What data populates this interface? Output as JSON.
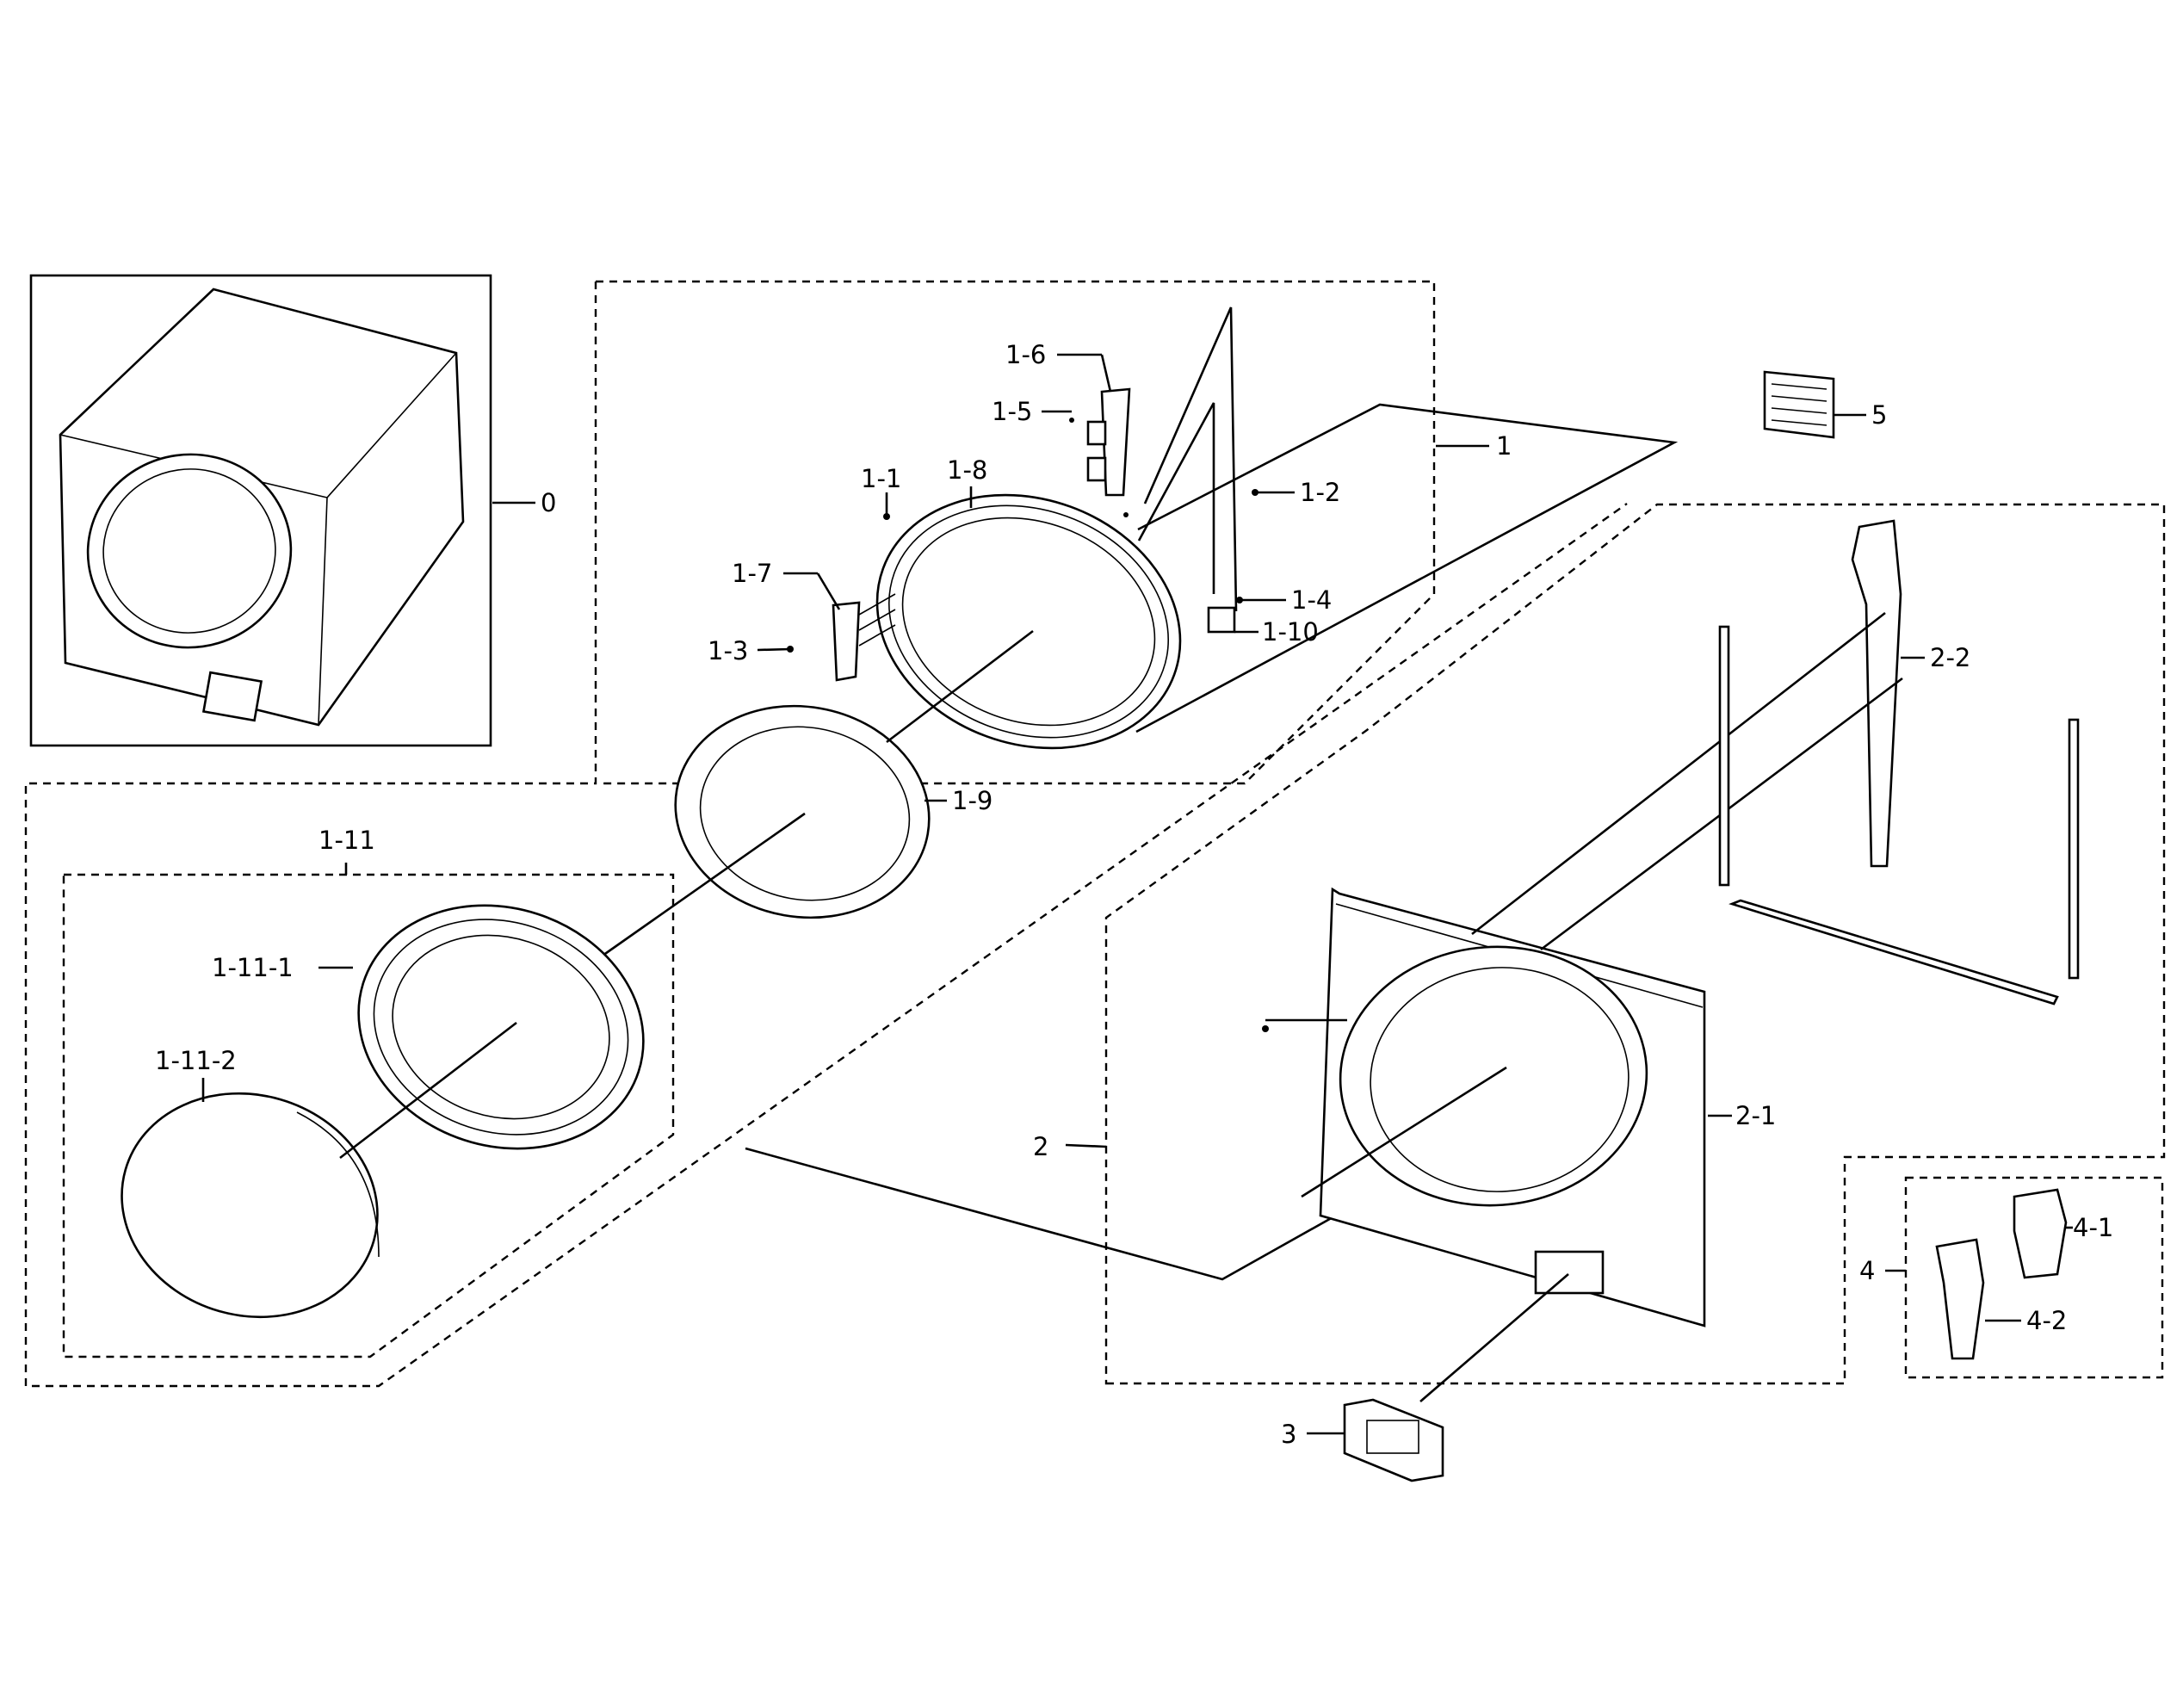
{
  "diagram": {
    "callouts": {
      "c0": "0",
      "c1": "1",
      "c1_1": "1-1",
      "c1_2": "1-2",
      "c1_3": "1-3",
      "c1_4": "1-4",
      "c1_5": "1-5",
      "c1_6": "1-6",
      "c1_7": "1-7",
      "c1_8": "1-8",
      "c1_9": "1-9",
      "c1_10": "1-10",
      "c1_11": "1-11",
      "c1_11_1": "1-11-1",
      "c1_11_2": "1-11-2",
      "c2": "2",
      "c2_1": "2-1",
      "c2_2": "2-2",
      "c3": "3",
      "c4": "4",
      "c4_1": "4-1",
      "c4_2": "4-2",
      "c5": "5"
    }
  }
}
